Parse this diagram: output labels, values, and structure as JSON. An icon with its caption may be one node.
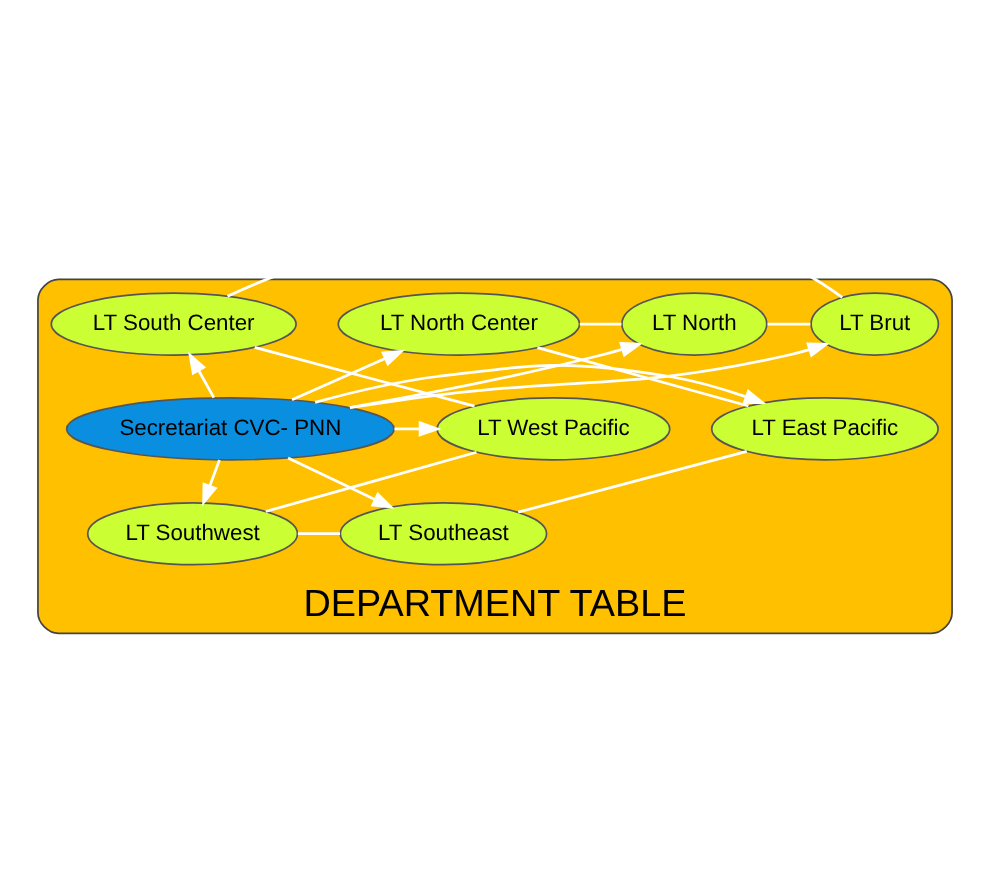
{
  "diagram": {
    "nodes": [
      {
        "text": [
          "DEPARTMENT TABLE"
        ]
      },
      {
        "text": [
          "Secretariat CVC- PNN"
        ],
        "in": 0
      },
      {
        "text": [
          "LT North"
        ],
        "in": 0
      },
      {
        "text": [
          "LT Brut"
        ],
        "in": 0
      },
      {
        "text": [
          "LT North Center"
        ],
        "in": 0
      },
      {
        "text": [
          "LT South Center"
        ],
        "in": 0
      },
      {
        "text": [
          "LT East Pacific"
        ],
        "in": 0
      },
      {
        "text": [
          "LT West Pacific"
        ],
        "in": 0
      },
      {
        "text": [
          "LT Southeast"
        ],
        "in": 0
      },
      {
        "text": [
          "LT Southwest"
        ],
        "in": 0
      }
    ],
    "edges": [
      {
        "from": 1,
        "to": 2,
        "arrow": "to"
      },
      {
        "from": 1,
        "to": 3,
        "arrow": "to"
      },
      {
        "from": 1,
        "to": 4,
        "arrow": "to"
      },
      {
        "from": 1,
        "to": 5,
        "arrow": "to"
      },
      {
        "from": 1,
        "to": 6,
        "arrow": "to"
      },
      {
        "from": 1,
        "to": 7,
        "arrow": "to"
      },
      {
        "from": 1,
        "to": 8,
        "arrow": "to"
      },
      {
        "from": 1,
        "to": 9,
        "arrow": "to"
      },
      {
        "from": 2,
        "to": 3,
        "arrow": "none"
      },
      {
        "from": 3,
        "to": 5,
        "arrow": "none"
      },
      {
        "from": 5,
        "to": 7,
        "arrow": "none"
      },
      {
        "from": 7,
        "to": 9,
        "arrow": "none"
      },
      {
        "from": 9,
        "to": 8,
        "arrow": "none"
      },
      {
        "from": 8,
        "to": 6,
        "arrow": "none"
      },
      {
        "from": 6,
        "to": 4,
        "arrow": "none"
      },
      {
        "from": 4,
        "to": 2,
        "arrow": "none"
      }
    ]
  }
}
